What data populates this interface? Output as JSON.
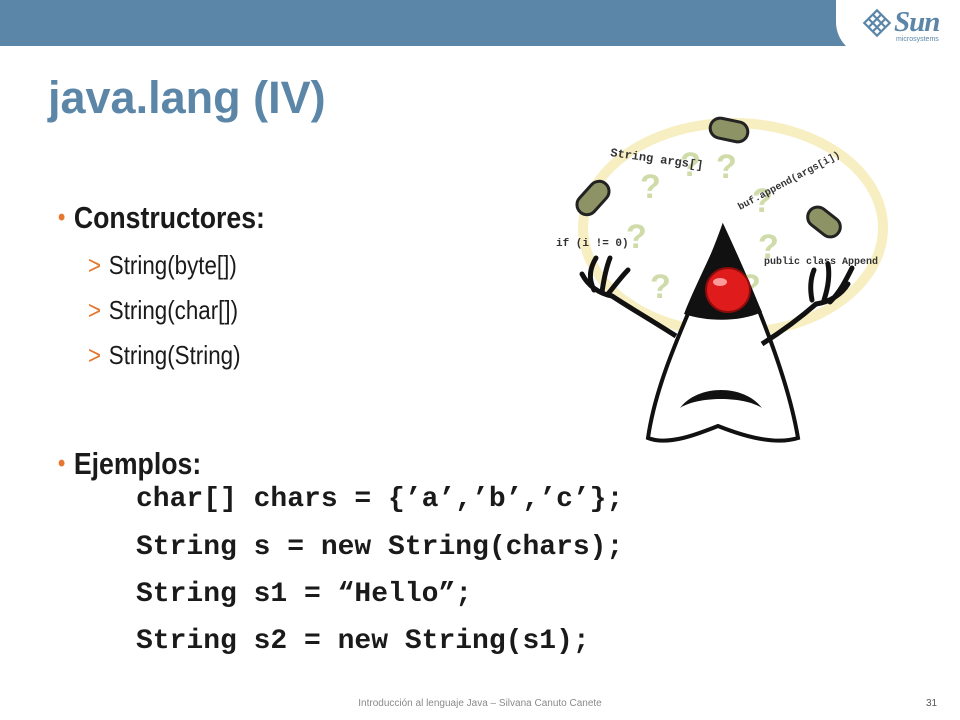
{
  "slide": {
    "title": "java.lang (IV)",
    "logo": {
      "word": "Sun",
      "sub": "microsystems"
    },
    "sections": [
      {
        "heading": "Constructores:",
        "items": [
          "String(byte[])",
          "String(char[])",
          "String(String)"
        ]
      },
      {
        "heading": "Ejemplos:",
        "code": [
          "char[] chars = {’a’,’b’,’c’};",
          "String s = new String(chars);",
          "String s1 = “Hello”;",
          "String s2 = new String(s1);"
        ]
      }
    ],
    "illustration": {
      "name": "duke-juggling",
      "texts": [
        "String args[]",
        "buf.append(args[i])",
        "if (i != 0)",
        "public class Append"
      ]
    },
    "footer": "Introducción al lenguaje Java – Silvana Canuto Canete",
    "page_number": "31"
  },
  "colors": {
    "accent": "#e6772e",
    "header": "#5b86a8",
    "duke_nose": "#e01b1b"
  }
}
